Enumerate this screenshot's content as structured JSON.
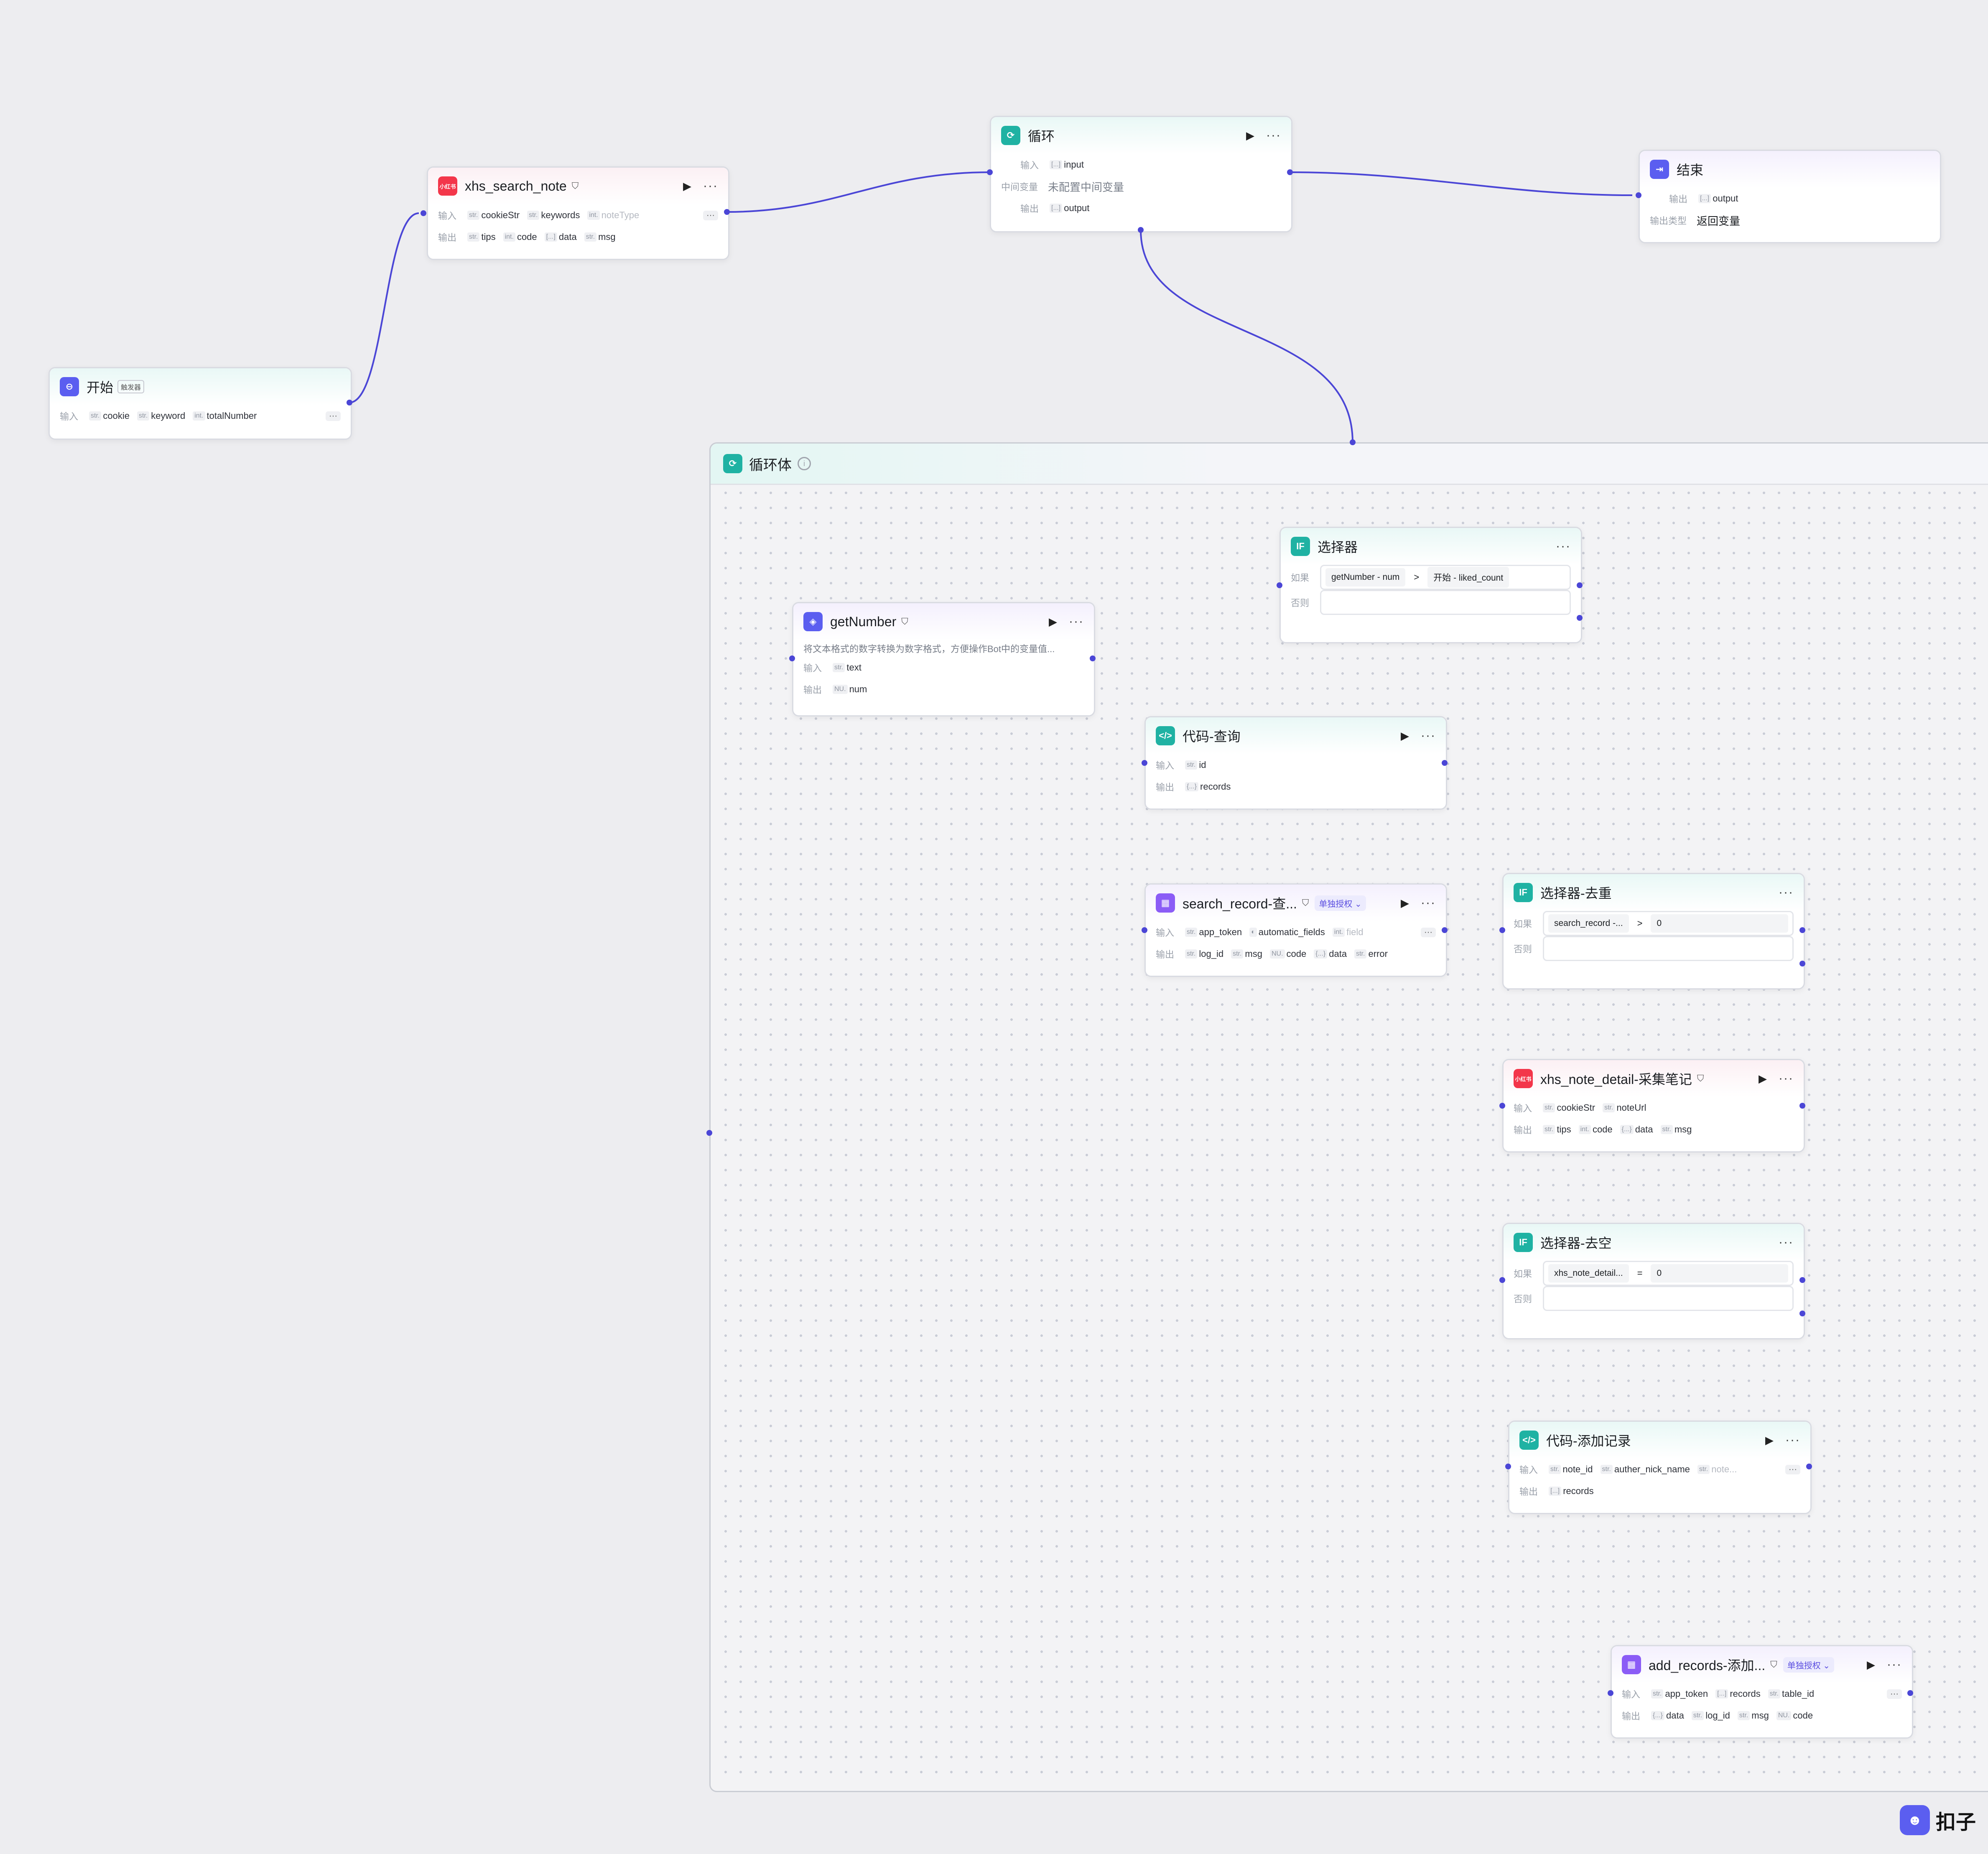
{
  "colors": {
    "wire": "#4b46d6",
    "canvas": "#ededf0",
    "accent_teal": "#1fb2a3",
    "accent_red": "#f3364a",
    "accent_blue": "#4e52e4"
  },
  "labels": {
    "input": "输入",
    "output": "输出",
    "if": "如果",
    "else": "否则",
    "mid_var": "中间变量",
    "output_type": "输出类型",
    "more": "···",
    "run": "▶"
  },
  "start": {
    "title": "开始",
    "badge": "触发器",
    "icon": "start-icon",
    "inputs": [
      {
        "t": "str.",
        "n": "cookie"
      },
      {
        "t": "str.",
        "n": "keyword"
      },
      {
        "t": "int.",
        "n": "totalNumber"
      }
    ]
  },
  "search_note": {
    "title": "xhs_search_note",
    "icon": "xiaohongshu-icon",
    "inputs": [
      {
        "t": "str.",
        "n": "cookieStr"
      },
      {
        "t": "str.",
        "n": "keywords"
      },
      {
        "t": "int.",
        "n": "noteType"
      }
    ],
    "outputs": [
      {
        "t": "str.",
        "n": "tips"
      },
      {
        "t": "int.",
        "n": "code"
      },
      {
        "t": "[...]",
        "n": "data"
      },
      {
        "t": "str.",
        "n": "msg"
      }
    ]
  },
  "loop": {
    "title": "循环",
    "icon": "loop-icon",
    "input": {
      "t": "[...]",
      "n": "input"
    },
    "mid_var": "未配置中间变量",
    "output": {
      "t": "[...]",
      "n": "output"
    }
  },
  "end": {
    "title": "结束",
    "icon": "end-icon",
    "output": {
      "t": "[...]",
      "n": "output"
    },
    "output_type": "返回变量"
  },
  "loop_body": {
    "title": "循环体"
  },
  "get_number": {
    "title": "getNumber",
    "desc": "将文本格式的数字转换为数字格式，方便操作Bot中的变量值...",
    "input": {
      "t": "str.",
      "n": "text"
    },
    "output": {
      "t": "NU.",
      "n": "num"
    }
  },
  "selector": {
    "title": "选择器",
    "left": "getNumber - num",
    "op": ">",
    "right": "开始 - liked_count"
  },
  "code_query": {
    "title": "代码-查询",
    "input": {
      "t": "str.",
      "n": "id"
    },
    "output": {
      "t": "{...}",
      "n": "records"
    }
  },
  "search_record": {
    "title": "search_record-查...",
    "auth": "单独授权 ⌄",
    "inputs": [
      {
        "t": "str.",
        "n": "app_token"
      },
      {
        "t": "◐",
        "n": "automatic_fields"
      },
      {
        "t": "int.",
        "n": "field"
      }
    ],
    "outputs": [
      {
        "t": "str.",
        "n": "log_id"
      },
      {
        "t": "str.",
        "n": "msg"
      },
      {
        "t": "NU.",
        "n": "code"
      },
      {
        "t": "{...}",
        "n": "data"
      },
      {
        "t": "str.",
        "n": "error"
      }
    ]
  },
  "dedupe": {
    "title": "选择器-去重",
    "left": "search_record -...",
    "op": ">",
    "right": "0"
  },
  "note_detail": {
    "title": "xhs_note_detail-采集笔记",
    "inputs": [
      {
        "t": "str.",
        "n": "cookieStr"
      },
      {
        "t": "str.",
        "n": "noteUrl"
      }
    ],
    "outputs": [
      {
        "t": "str.",
        "n": "tips"
      },
      {
        "t": "int.",
        "n": "code"
      },
      {
        "t": "{...}",
        "n": "data"
      },
      {
        "t": "str.",
        "n": "msg"
      }
    ]
  },
  "empty_check": {
    "title": "选择器-去空",
    "left": "xhs_note_detail...",
    "op": "=",
    "right": "0"
  },
  "code_add": {
    "title": "代码-添加记录",
    "inputs": [
      {
        "t": "str.",
        "n": "note_id"
      },
      {
        "t": "str.",
        "n": "auther_nick_name"
      },
      {
        "t": "str.",
        "n": "note..."
      }
    ],
    "output": {
      "t": "[...]",
      "n": "records"
    }
  },
  "add_records": {
    "title": "add_records-添加...",
    "auth": "单独授权 ⌄",
    "inputs": [
      {
        "t": "str.",
        "n": "app_token"
      },
      {
        "t": "[...]",
        "n": "records"
      },
      {
        "t": "str.",
        "n": "table_id"
      }
    ],
    "outputs": [
      {
        "t": "{...}",
        "n": "data"
      },
      {
        "t": "str.",
        "n": "log_id"
      },
      {
        "t": "str.",
        "n": "msg"
      },
      {
        "t": "NU.",
        "n": "code"
      }
    ]
  },
  "brand": {
    "name": "扣子",
    "icon": "coze-logo-icon"
  }
}
